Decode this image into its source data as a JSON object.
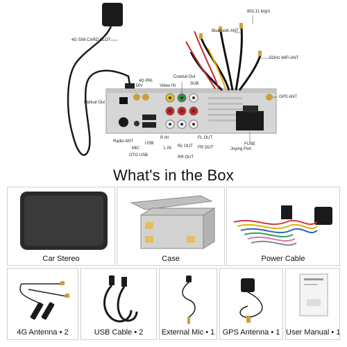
{
  "diagram": {
    "labels": {
      "sim_slot": "4G SIM CARD SLOT",
      "bluetooth_ant": "Bluetooth ANT",
      "wifi_24": "802.11 b/g/n",
      "wifi_5": "5GHz WiFi ANT",
      "gps_ant": "GPS ANT",
      "coaxial_out": "Coaxial Out",
      "g4_pri": "4G PRI",
      "g4_div": "4G DIV",
      "video_in": "Video IN",
      "sub": "SUB",
      "optical_out": "Optical Out",
      "radio_ant": "Radio ANT",
      "mic": "MIC",
      "otg_usb": "OTG USB",
      "usb": "USB",
      "r_in": "R IN",
      "l_in": "L IN",
      "rl_out": "RL OUT",
      "rr_out": "RR OUT",
      "fl_out": "FL OUT",
      "fr_out": "FR OUT",
      "fuse": "FUSE",
      "joying_port": "Joying Port"
    }
  },
  "heading": "What's in the Box",
  "items": [
    {
      "label": "Car Stereo",
      "icon": "car-stereo-screen"
    },
    {
      "label": "Case",
      "icon": "metal-case"
    },
    {
      "label": "Power Cable",
      "icon": "power-harness"
    },
    {
      "label": "4G Antenna • 2",
      "icon": "antenna"
    },
    {
      "label": "USB Cable • 2",
      "icon": "usb-cable"
    },
    {
      "label": "External Mic • 1",
      "icon": "microphone"
    },
    {
      "label": "GPS Antenna • 1",
      "icon": "gps-antenna"
    },
    {
      "label": "User Manual • 1",
      "icon": "manual"
    }
  ],
  "colors": {
    "cell_border": "#cfcfcf",
    "panel_grey": "#d6d6d6",
    "rca_red": "#cc2020",
    "rca_white": "#f2f2f2",
    "rca_green": "#2f8f3a",
    "rca_yellow": "#e6c21a",
    "gold": "#c9a23a"
  }
}
